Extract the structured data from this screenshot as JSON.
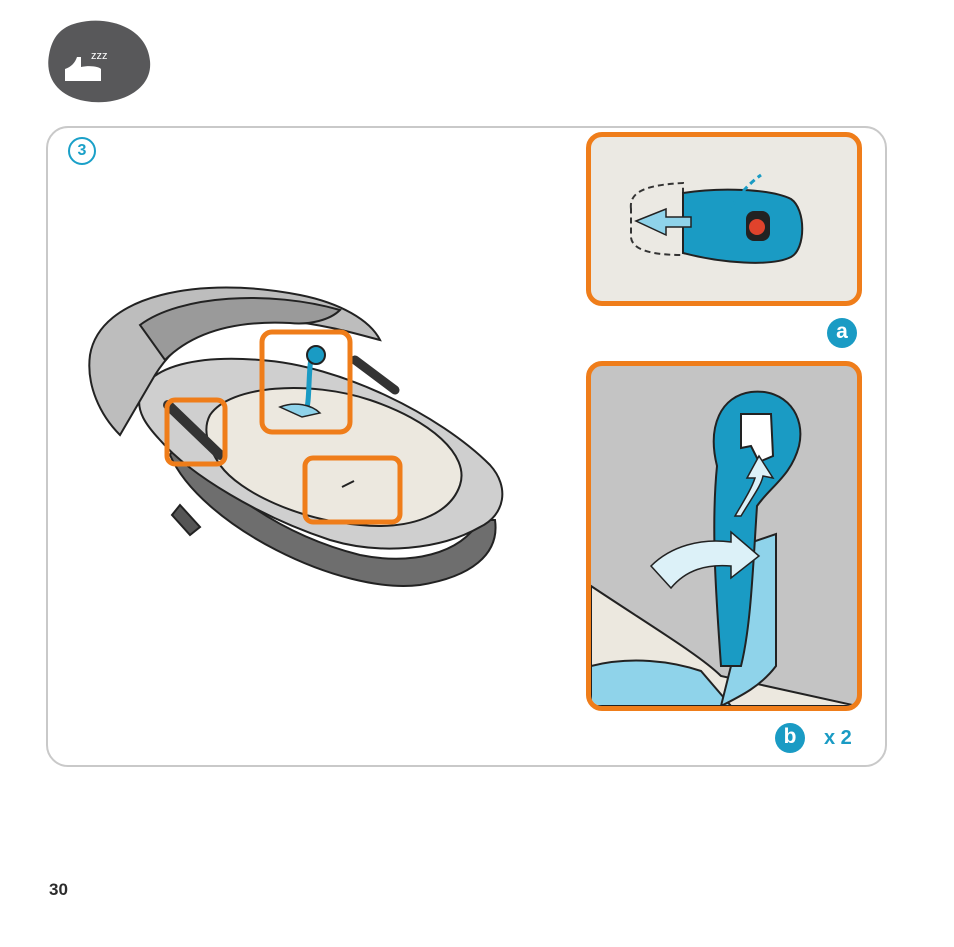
{
  "icons": {
    "sleep": "sleep-icon",
    "zzz": "zzz"
  },
  "step": {
    "number": "3"
  },
  "details": {
    "a": {
      "label": "a"
    },
    "b": {
      "label": "b",
      "multiplier": "x 2"
    }
  },
  "colors": {
    "highlight": "#ef7d1a",
    "accent": "#1a9bc4",
    "panel_border": "#c9c9c9",
    "icon_gray": "#58585a"
  },
  "page": {
    "number": "30"
  }
}
